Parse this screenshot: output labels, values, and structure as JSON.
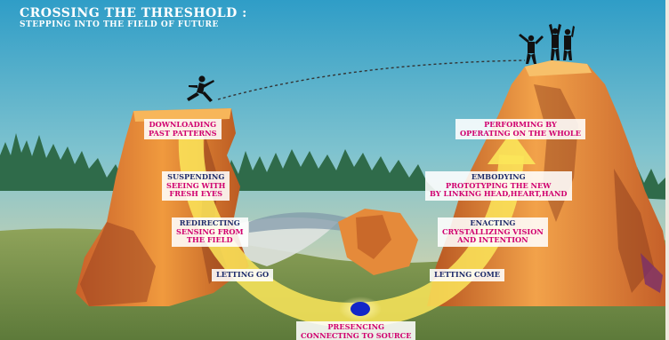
{
  "title": {
    "line1": "CROSSING THE THRESHOLD :",
    "line2": "STEPPING INTO THE FIELD OF FUTURE"
  },
  "labels": {
    "downloading": {
      "line1": "DOWNLOADING",
      "line2": "PAST PATTERNS"
    },
    "suspending": {
      "head": "SUSPENDING",
      "line1": "SEEING WITH",
      "line2": "FRESH EYES"
    },
    "redirecting": {
      "head": "REDIRECTING",
      "line1": "SENSING FROM",
      "line2": "THE FIELD"
    },
    "letting_go": "LETTING GO",
    "presencing": {
      "line1": "PRESENCING",
      "line2": "CONNECTING TO SOURCE"
    },
    "letting_come": "LETTING COME",
    "enacting": {
      "head": "ENACTING",
      "line1": "CRYSTALLIZING VISION",
      "line2": "AND INTENTION"
    },
    "embodying": {
      "head": "EMBODYING",
      "line1": "PROTOTYPING THE NEW",
      "line2": "BY LINKING HEAD,HEART,HAND"
    },
    "performing": {
      "line1": "PERFORMING BY",
      "line2": "OPERATING ON THE WHOLE"
    }
  },
  "colors": {
    "sky_top": "#2f9dc7",
    "sky_bottom": "#f2d9a0",
    "rock_light": "#f09a3e",
    "rock_dark": "#b5531f",
    "arrow": "#fbe65a",
    "presencing_dot": "#1226c8",
    "label_heading": "#1f2d6b",
    "label_text": "#d0006f"
  }
}
